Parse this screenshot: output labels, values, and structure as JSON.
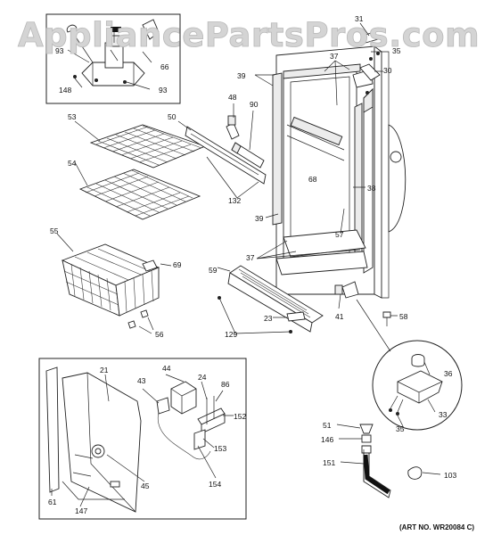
{
  "watermark": "AppliancePartsPros.com",
  "art_number": "(ART NO. WR20084 C)",
  "labels": {
    "l93a": "93",
    "l66": "66",
    "l148": "148",
    "l93b": "93",
    "l31": "31",
    "l35a": "35",
    "l37a": "37",
    "l30": "30",
    "l39a": "39",
    "l48": "48",
    "l90": "90",
    "l50": "50",
    "l53": "53",
    "l54": "54",
    "l132": "132",
    "l68": "68",
    "l38": "38",
    "l39b": "39",
    "l57": "57",
    "l55": "55",
    "l69": "69",
    "l37b": "37",
    "l59": "59",
    "l41": "41",
    "l23": "23",
    "l58": "58",
    "l129": "129",
    "l56": "56",
    "l21": "21",
    "l44": "44",
    "l43": "43",
    "l24": "24",
    "l86": "86",
    "l152": "152",
    "l153": "153",
    "l36": "36",
    "l33": "33",
    "l35b": "35",
    "l51": "51",
    "l146": "146",
    "l151": "151",
    "l103": "103",
    "l154": "154",
    "l45": "45",
    "l61": "61",
    "l147": "147"
  }
}
